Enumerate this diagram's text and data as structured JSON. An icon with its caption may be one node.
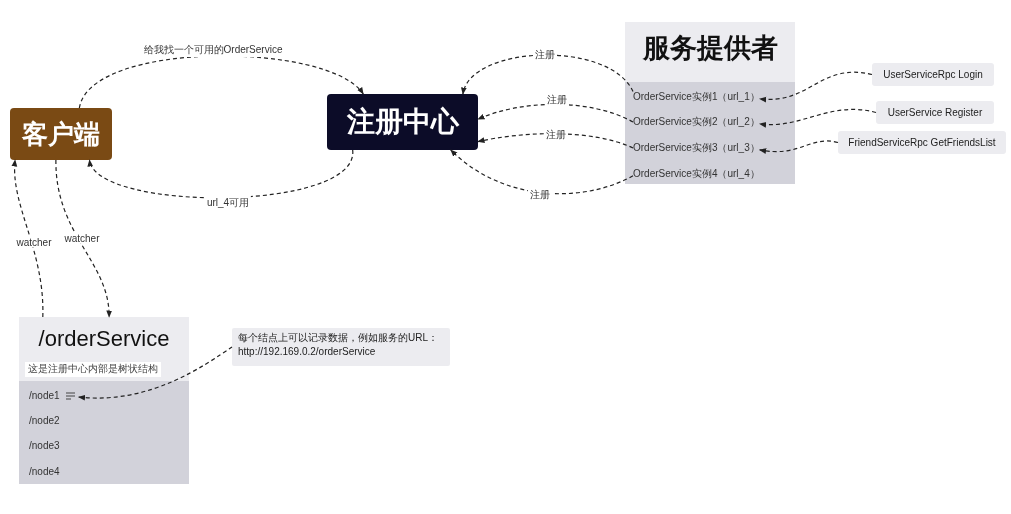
{
  "diagram": {
    "nodes": [
      {
        "text": [
          "客户端"
        ]
      },
      {
        "text": [
          "注册中心"
        ]
      },
      {
        "text": [
          "服务提供者"
        ]
      },
      {
        "text": [
          "OrderService实例1（url_1）"
        ],
        "in": 2
      },
      {
        "text": [
          "OrderService实例2（url_2）"
        ],
        "in": 2
      },
      {
        "text": [
          "OrderService实例3（url_3）"
        ],
        "in": 2
      },
      {
        "text": [
          "OrderService实例4（url_4）"
        ],
        "in": 2
      },
      {
        "text": [
          "UserServiceRpc Login"
        ]
      },
      {
        "text": [
          "UserService Register"
        ]
      },
      {
        "text": [
          "FriendServiceRpc GetFriendsList"
        ]
      },
      {
        "text": [
          "/orderService",
          "这是注册中心内部是树状结构"
        ]
      },
      {
        "text": [
          "/node1"
        ],
        "in": 10
      },
      {
        "text": [
          "/node2"
        ],
        "in": 10
      },
      {
        "text": [
          "/node3"
        ],
        "in": 10
      },
      {
        "text": [
          "/node4"
        ],
        "in": 10
      },
      {
        "text": [
          "每个结点上可以记录数据，例如服务的URL： http://192.169.0.2/orderService"
        ]
      }
    ],
    "edges": [
      {
        "from": 0,
        "to": 1,
        "arrow": "to",
        "label": "给我找一个可用的OrderService",
        "style": "dashed"
      },
      {
        "from": 1,
        "to": 0,
        "arrow": "to",
        "label": "url_4可用",
        "style": "dashed"
      },
      {
        "from": 3,
        "to": 1,
        "arrow": "to",
        "label": "注册",
        "style": "dashed"
      },
      {
        "from": 4,
        "to": 1,
        "arrow": "to",
        "label": "注册",
        "style": "dashed"
      },
      {
        "from": 5,
        "to": 1,
        "arrow": "to",
        "label": "注册",
        "style": "dashed"
      },
      {
        "from": 6,
        "to": 1,
        "arrow": "to",
        "label": "注册",
        "style": "dashed"
      },
      {
        "from": 7,
        "to": 3,
        "arrow": "to",
        "style": "dashed"
      },
      {
        "from": 8,
        "to": 4,
        "arrow": "to",
        "style": "dashed"
      },
      {
        "from": 9,
        "to": 5,
        "arrow": "to",
        "style": "dashed"
      },
      {
        "from": 10,
        "to": 0,
        "arrow": "to",
        "label": "watcher",
        "style": "dashed"
      },
      {
        "from": 0,
        "to": 10,
        "arrow": "to",
        "label": "watcher",
        "style": "dashed"
      },
      {
        "from": 15,
        "to": 11,
        "arrow": "to",
        "style": "dashed"
      }
    ]
  }
}
